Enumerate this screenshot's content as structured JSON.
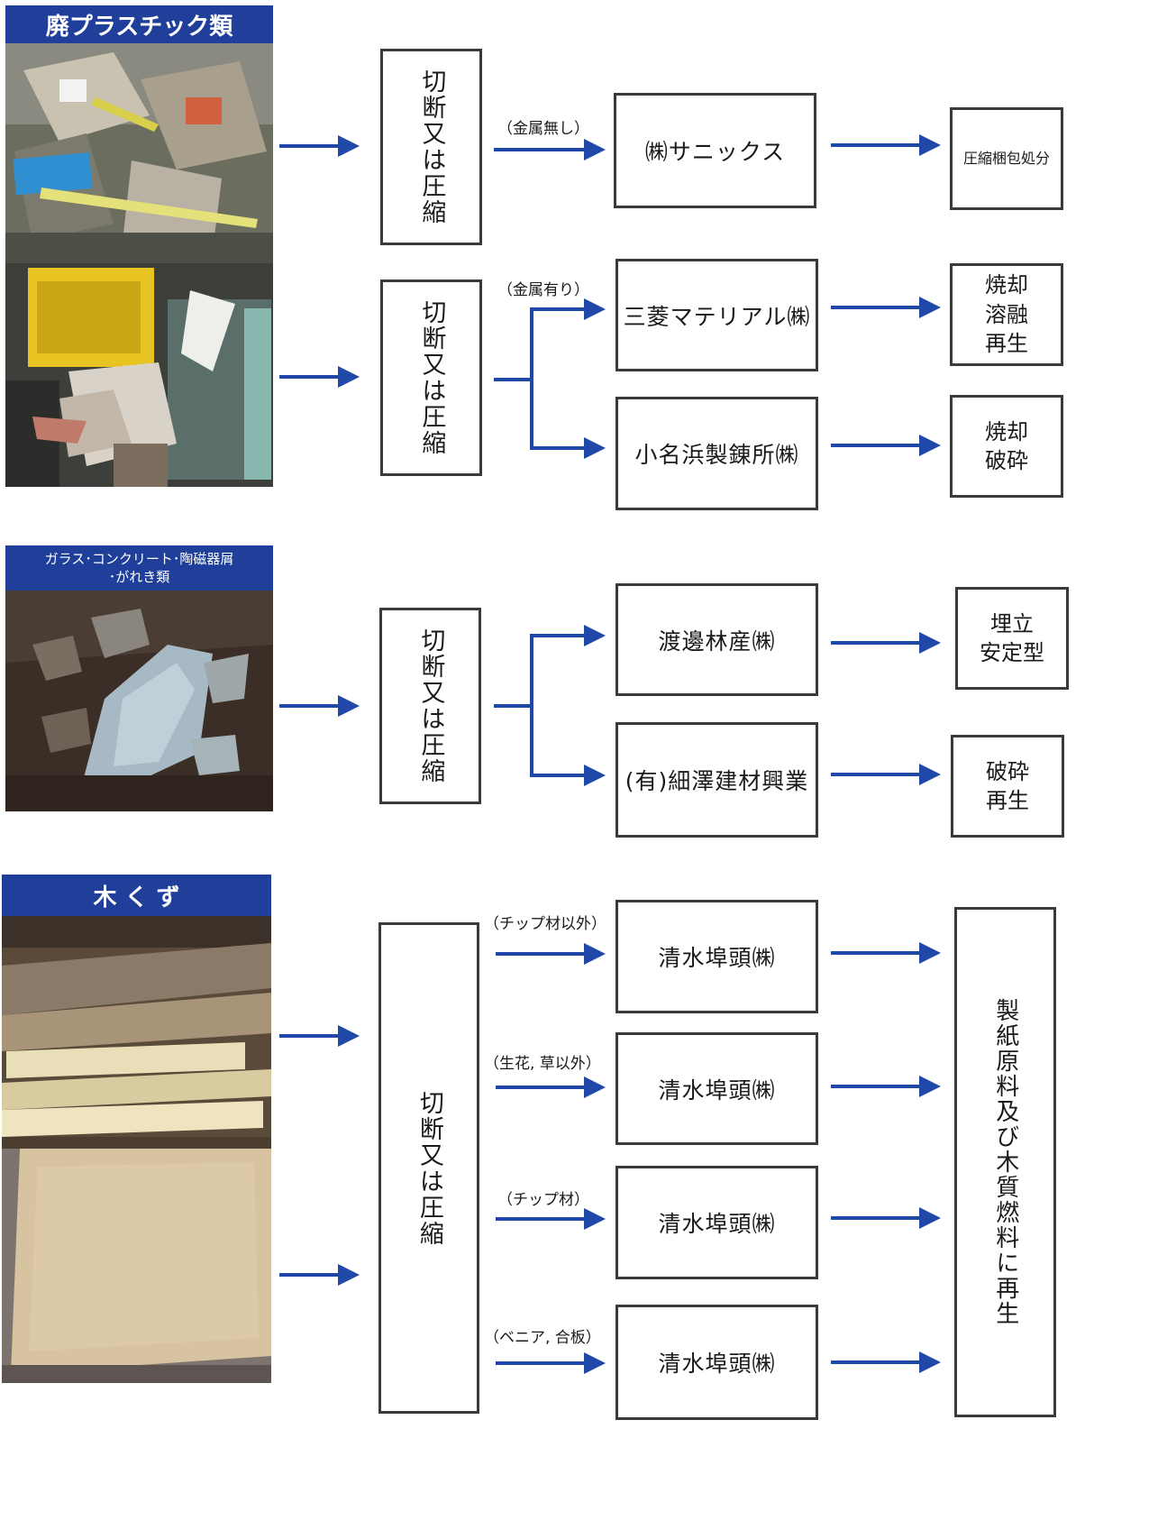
{
  "sections": {
    "plastic": {
      "header": "廃プラスチック類",
      "process": "切断又は圧縮",
      "process_2": "切断又は圧縮",
      "note_no_metal": "（金属無し）",
      "note_with_metal": "（金属有り）",
      "company_1": "㈱サニックス",
      "result_1": "圧縮梱包処分",
      "company_2": "三菱マテリアル㈱",
      "result_2": "焼却\n溶融\n再生",
      "company_3": "小名浜製錬所㈱",
      "result_3": "焼却\n破砕"
    },
    "glass": {
      "header_line1": "ガラス･コンクリート･陶磁器屑",
      "header_line2": "･がれき類",
      "process": "切断又は圧縮",
      "company_1": "渡邊林産㈱",
      "result_1": "埋立\n安定型",
      "company_2": "(有)細澤建材興業",
      "result_2": "破砕\n再生"
    },
    "wood": {
      "header": "木 く ず",
      "process": "切断又は圧縮",
      "note_1": "（チップ材以外）",
      "note_2": "（生花, 草以外）",
      "note_3": "（チップ材）",
      "note_4": "（ベニア, 合板）",
      "company_1": "清水埠頭㈱",
      "company_2": "清水埠頭㈱",
      "company_3": "清水埠頭㈱",
      "company_4": "清水埠頭㈱",
      "result": "製紙原料及び木質燃料に再生"
    }
  },
  "colors": {
    "header_bg": "#1f3f9a",
    "arrow": "#1f48a8",
    "box_border": "#3a3a3a"
  }
}
